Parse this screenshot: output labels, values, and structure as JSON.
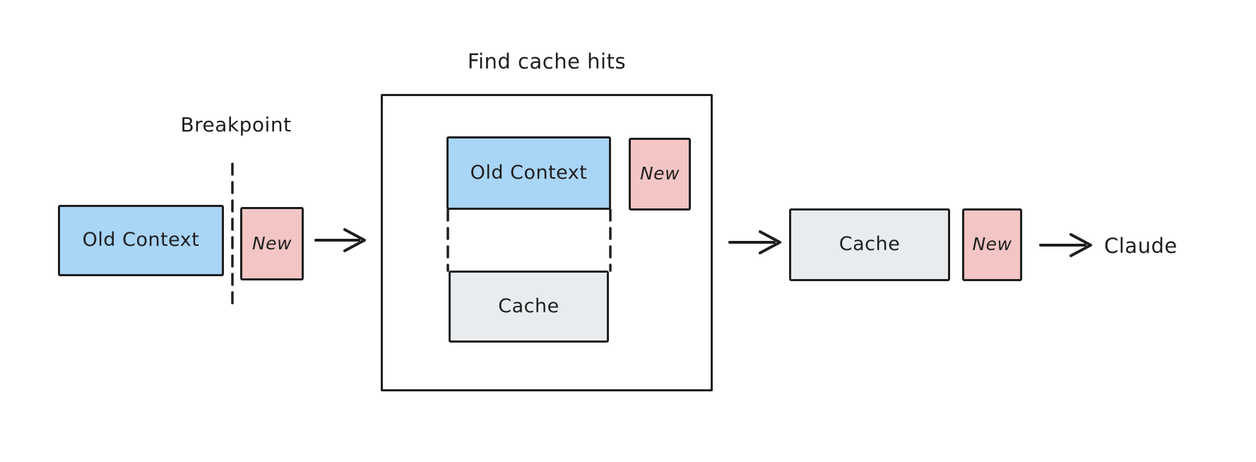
{
  "diagram": {
    "background": "#ffffff",
    "stroke_color": "#1e1e1e",
    "left_group": {
      "breakpoint_label": "Breakpoint",
      "old_context": {
        "label": "Old Context",
        "fill": "#a9d5f6"
      },
      "new": {
        "label": "New",
        "fill": "#f3c5c5"
      }
    },
    "cache_hits_group": {
      "title": "Find cache hits",
      "old_context": {
        "label": "Old Context",
        "fill": "#a9d5f6"
      },
      "new": {
        "label": "New",
        "fill": "#f3c5c5"
      },
      "cache": {
        "label": "Cache",
        "fill": "#e9ecef"
      }
    },
    "right_group": {
      "cache": {
        "label": "Cache",
        "fill": "#e9ecef"
      },
      "new": {
        "label": "New",
        "fill": "#f3c5c5"
      }
    },
    "claude_label": "Claude"
  }
}
